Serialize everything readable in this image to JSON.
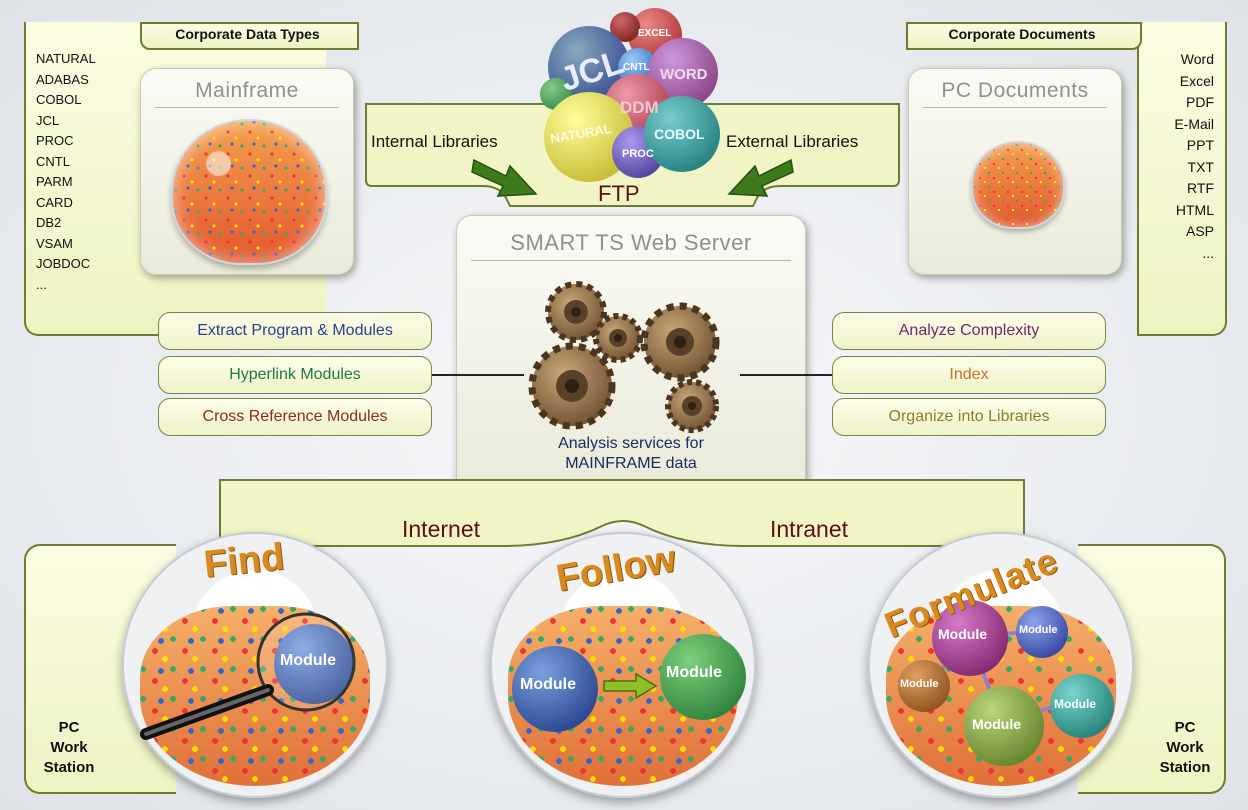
{
  "corporate_data_types": {
    "title": "Corporate Data Types",
    "items": [
      "NATURAL",
      "ADABAS",
      "COBOL",
      "JCL",
      "PROC",
      "CNTL",
      "PARM",
      "CARD",
      "DB2",
      "VSAM",
      "JOBDOC",
      "..."
    ]
  },
  "corporate_documents": {
    "title": "Corporate Documents",
    "items": [
      "Word",
      "Excel",
      "PDF",
      "E-Mail",
      "PPT",
      "TXT",
      "RTF",
      "HTML",
      "ASP",
      "..."
    ]
  },
  "mainframe_panel": {
    "title": "Mainframe"
  },
  "pc_documents_panel": {
    "title": "PC Documents"
  },
  "libraries": {
    "internal": "Internal Libraries",
    "external": "External Libraries",
    "ftp": "FTP"
  },
  "ball_cluster_labels": [
    "EXCEL",
    "JCL",
    "CNTL",
    "WORD",
    "DDM",
    "NATURAL",
    "COBOL",
    "PROC"
  ],
  "server": {
    "title": "SMART TS Web Server",
    "caption_line1": "Analysis services for",
    "caption_line2": "MAINFRAME data"
  },
  "left_services": [
    {
      "label": "Extract Program & Modules",
      "color": "#2b3f8f"
    },
    {
      "label": "Hyperlink Modules",
      "color": "#1f7a3f"
    },
    {
      "label": "Cross  Reference  Modules",
      "color": "#8c2a2a"
    }
  ],
  "right_services": [
    {
      "label": "Analyze  Complexity",
      "color": "#6a2a6a"
    },
    {
      "label": "Index",
      "color": "#c9702c"
    },
    {
      "label": "Organize into Libraries",
      "color": "#8b7d2a"
    }
  ],
  "network": {
    "internet": "Internet",
    "intranet": "Intranet"
  },
  "workstation_left": {
    "line1": "PC",
    "line2": "Work",
    "line3": "Station"
  },
  "workstation_right": {
    "line1": "PC",
    "line2": "Work",
    "line3": "Station"
  },
  "bowls": {
    "find": {
      "title": "Find",
      "module": "Module"
    },
    "follow": {
      "title": "Follow",
      "module_left": "Module",
      "module_right": "Module"
    },
    "formulate": {
      "title": "Formulate",
      "modules": [
        "Module",
        "Module",
        "Module",
        "Module",
        "Module"
      ]
    }
  },
  "colors": {
    "frame_border": "#6f7a32",
    "frame_fill": "#f3f6cf",
    "title_orange": "#d98a1e"
  }
}
